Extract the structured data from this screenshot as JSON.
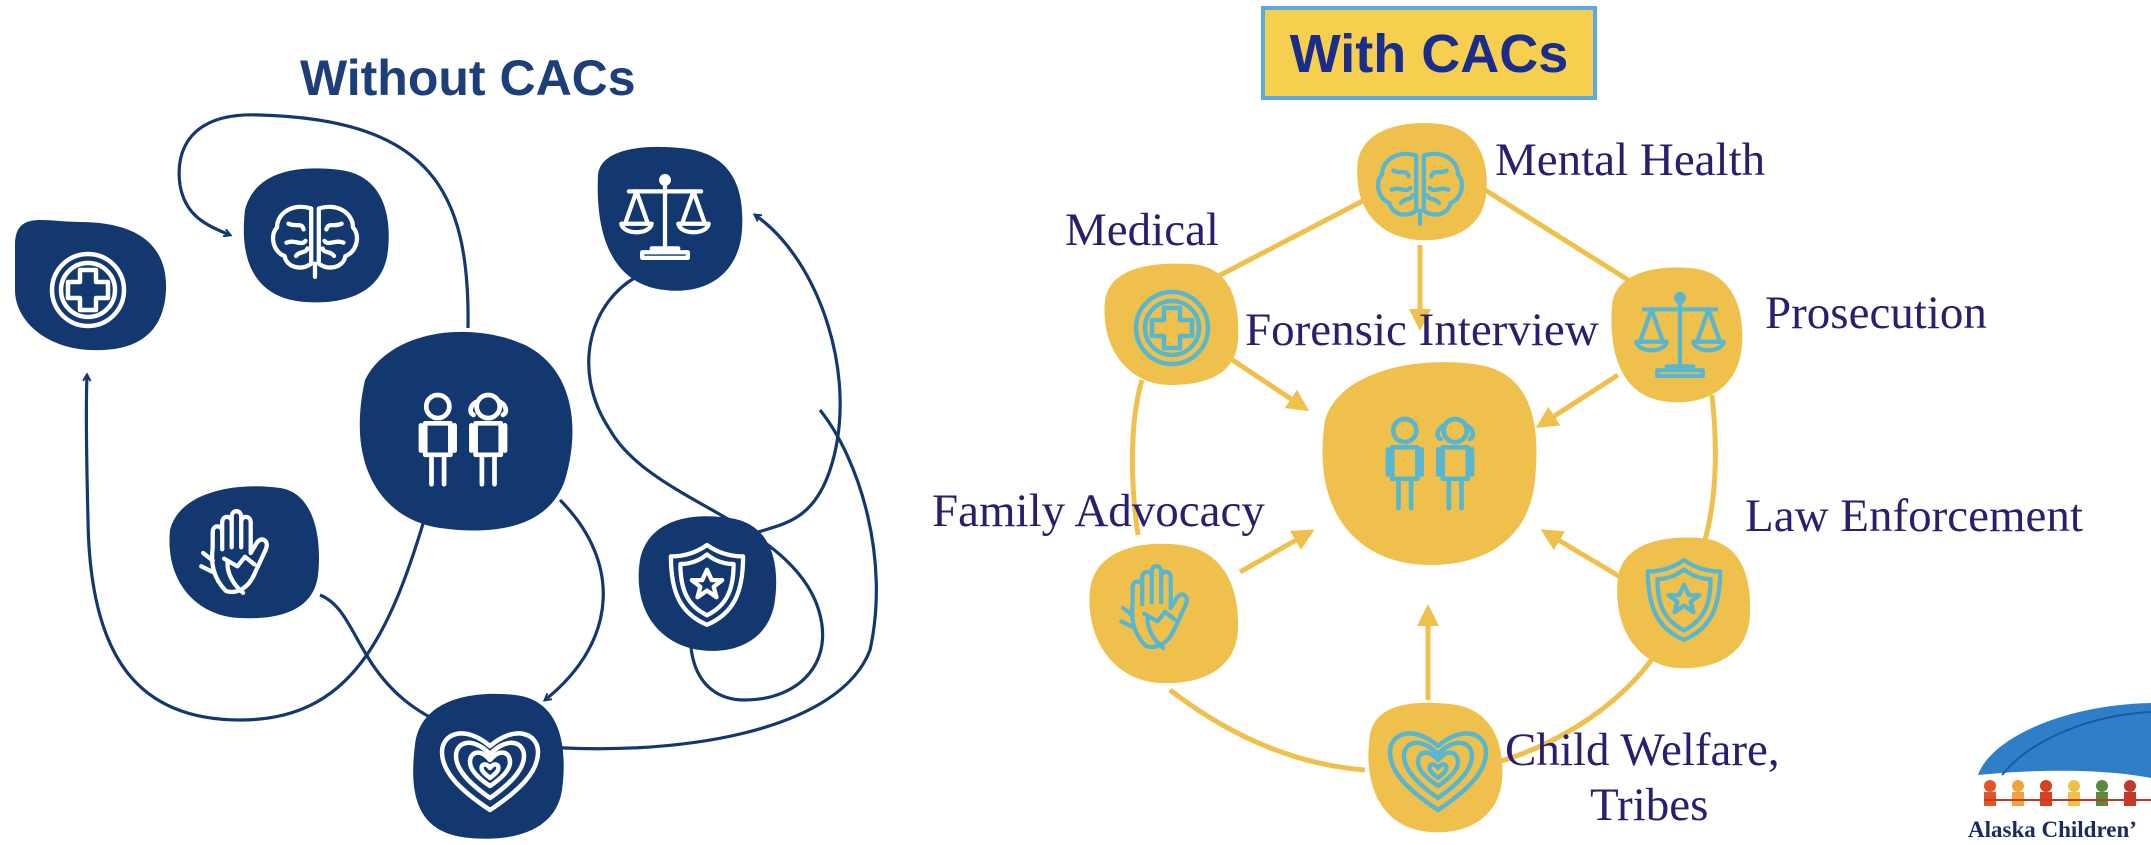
{
  "left_title": "Without CACs",
  "right_title": "With CACs",
  "labels": {
    "mental_health": "Mental Health",
    "medical": "Medical",
    "prosecution": "Prosecution",
    "forensic_interview": "Forensic Interview",
    "family_advocacy": "Family Advocacy",
    "law_enforcement": "Law Enforcement",
    "child_welfare_line1": "Child Welfare,",
    "child_welfare_line2": "Tribes"
  },
  "logo_text": "Alaska Children’",
  "colors": {
    "navy": "#12386f",
    "gold": "#f0c04c",
    "icon_blue": "#58b7cf",
    "title_box_fill": "#f7cf4e",
    "title_box_border": "#5aa9e0",
    "label_purple": "#2a1e6e"
  }
}
